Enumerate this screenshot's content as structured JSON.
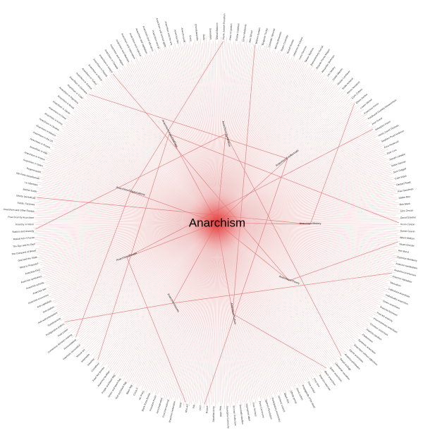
{
  "graph": {
    "center_label": "Anarchism",
    "accent_color": "#e05050",
    "edge_color": "#e8a6a6",
    "hubs": [
      {
        "label": "Anarchism/AnarchistFlags"
      },
      {
        "label": "Anarchism/Symbolism"
      },
      {
        "label": "Anarchism/Intellectuals"
      },
      {
        "label": "Anarchism/Organizations"
      },
      {
        "label": "Anarchism/History"
      },
      {
        "label": "Anarchism/Theory"
      },
      {
        "label": "Anarchism/Culture"
      },
      {
        "label": "Anarchism/People"
      },
      {
        "label": "Anarchism/Issues"
      }
    ],
    "leaves": [
      "Mikhail Bakunin",
      "Pierre-Joseph Proudhon",
      "Peter Kropotkin",
      "Emma Goldman",
      "Errico Malatesta",
      "Max Stirner",
      "William Godwin",
      "Benjamin Tucker",
      "Lysander Spooner",
      "Murray Bookchin",
      "Noam Chomsky",
      "Rudolf Rocker",
      "Voltairine de Cleyre",
      "Lucy Parsons",
      "Nestor Makhno",
      "Buenaventura Durruti",
      "Ricardo Flores Magon",
      "Alexander Berkman",
      "Leo Tolstoy",
      "Josiah Warren",
      "Gustav Landauer",
      "Emile Armand",
      "Renzo Novatore",
      "Carlo Cafiero",
      "Elisee Reclus",
      "Louise Michel",
      "Francisco Ferrer",
      "Ferdinand Domela Nieuwenhuis",
      "Jean Grave",
      "Sebastien Faure",
      "Henry David Thoreau",
      "Stephen Pearl Andrews",
      "Ezra Heywood",
      "Dyer Lum",
      "Joseph Labadie",
      "Mollie Steimer",
      "Sam Dolgoff",
      "Colin Ward",
      "Herbert Read",
      "Paul Goodman",
      "Hakim Bey",
      "Bob Black",
      "John Zerzan",
      "David Graeber",
      "Kevin Carson",
      "Daniel Guerin",
      "Albert Meltzer",
      "Stuart Christie",
      "Ret Marut",
      "Federica Montseny",
      "Anarcho-syndicalism",
      "Anarcho-communism",
      "Anarcho-capitalism",
      "Mutualism",
      "Collectivist anarchism",
      "Individualist anarchism",
      "Green anarchism",
      "Anarcha-feminism",
      "Post-left anarchy",
      "Insurrectionary anarchism",
      "Christian anarchism",
      "Anarcho-pacifism",
      "Platformism",
      "Synthesis anarchism",
      "Anarchism without adjectives",
      "Egoist anarchism",
      "Anarcho-primitivism",
      "Social ecology",
      "Libertarian socialism",
      "Queer anarchism",
      "Black anarchism",
      "Anarcho-naturism",
      "Free love",
      "Free school",
      "Propaganda of the deed",
      "Direct action",
      "Affinity group",
      "Black bloc",
      "Workers' council",
      "Participatory economics",
      "Spanish Revolution",
      "Paris Commune",
      "Free Territory",
      "Haymarket affair",
      "Kronstadt rebellion",
      "Shinmin Prefecture",
      "Strandzha Commune",
      "May 1968",
      "Zapatista Army",
      "Rojava",
      "CNT",
      "FAI",
      "IWA-AIT",
      "IWW",
      "Anarchist Federation",
      "First International",
      "Jura Federation",
      "Freedom Press",
      "Black Rose Books",
      "AK Press",
      "Circle A",
      "Black flag",
      "Red and black flag",
      "Green and black flag",
      "Purple and black flag",
      "Anarchist bookfair",
      "Food Not Bombs",
      "Crimethinc",
      "Infoshop",
      "Indymedia",
      "Mutual aid",
      "Voluntary association",
      "Horizontalidad",
      "Consensus decision-making",
      "Dual power",
      "Prefigurative politics",
      "Statelessness",
      "Anti-authoritarianism",
      "Anti-statism",
      "Anti-capitalism",
      "Anarchist economics",
      "Anarchist law",
      "Anarchist schools",
      "Anarchist symbolism",
      "Anarchist FAQ",
      "What Is Property?",
      "God and the State",
      "The Conquest of Bread",
      "The Ego and Its Own",
      "Mutual Aid: A Factor",
      "Statism and Anarchy",
      "Anarchy in Action",
      "Post-Scarcity Anarchism",
      "Anarchism and Other Essays",
      "Fields, Factories",
      "Liberty (periodical)",
      "Mother Earth",
      "Le Libertaire",
      "Die Freie Gesellschaft",
      "Regeneracion",
      "Anarchism in Spain",
      "Anarchism in France",
      "Anarchism in Italy",
      "Anarchism in Russia",
      "Anarchism in the US",
      "Anarchism in Mexico",
      "Anarchism in Ukraine",
      "Anarchism in Korea",
      "Anarchism in China",
      "Anarchism in Japan",
      "Anarchism in Brazil",
      "Anarchism in Argentina",
      "Anarchism in Cuba",
      "Anarchism in Germany",
      "Anarchism in Greece",
      "Anarchism in Turkey",
      "Anarchism in Africa",
      "Anarchism in Poland",
      "Anarchism in Ireland",
      "Anarchism in Canada",
      "Anarchism and religion",
      "Anarchism and Marxism",
      "Anarchism and nationalism",
      "Anarchism and violence",
      "Anarchism and capitalism",
      "Anarchism and education",
      "Anarchism and art",
      "Anarchism and animal rights",
      "Anarchism and the arts",
      "Anarchist film",
      "Anarcho-punk",
      "Crass",
      "Chumbawamba",
      "Dada",
      "Surrealism"
    ]
  }
}
